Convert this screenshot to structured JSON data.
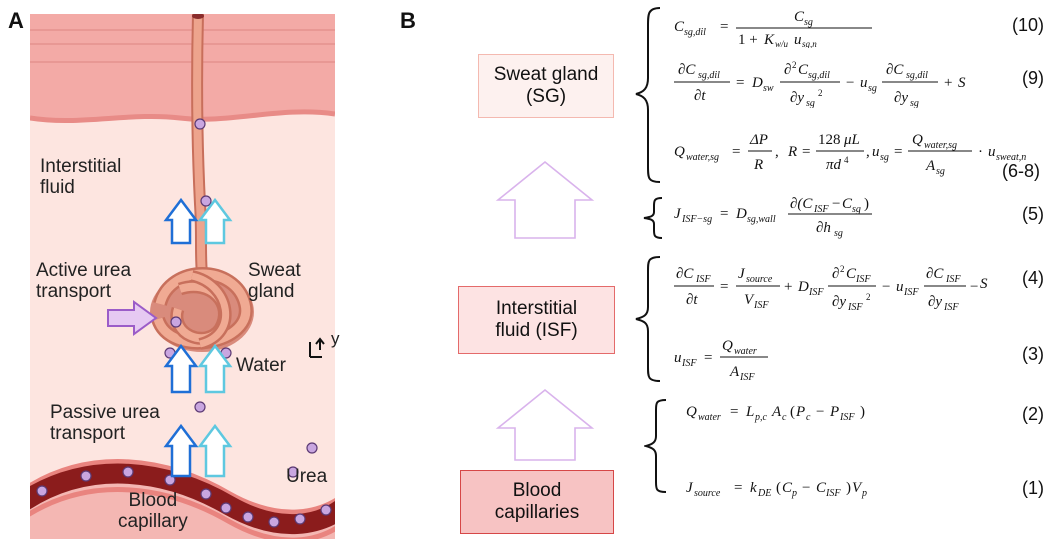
{
  "panel_a": {
    "letter": "A",
    "labels": {
      "interstitial_fluid_1": "Interstitial",
      "interstitial_fluid_2": "fluid",
      "active_urea_1": "Active urea",
      "active_urea_2": "transport",
      "sweat_gland_1": "Sweat",
      "sweat_gland_2": "gland",
      "water": "Water",
      "passive_urea_1": "Passive urea",
      "passive_urea_2": "transport",
      "urea": "Urea",
      "blood_capillary_1": "Blood",
      "blood_capillary_2": "capillary",
      "axis_y": "y"
    },
    "colors": {
      "skin_top": "#f0a3a0",
      "skin_line": "#e88b87",
      "tissue": "#fde5e0",
      "gland": "#e8957a",
      "vessel": "#8b1c1c",
      "urea_dot": "#c9a6e0",
      "arrow_blue": "#1f6fd6",
      "arrow_cyan": "#5ec8e0",
      "arrow_purple": "#b07ad8"
    }
  },
  "panel_b": {
    "letter": "B",
    "boxes": {
      "sweat_gland_1": "Sweat gland",
      "sweat_gland_2": "(SG)",
      "isf_1": "Interstitial",
      "isf_2": "fluid (ISF)",
      "blood_1": "Blood",
      "blood_2": "capillaries"
    },
    "equation_numbers": [
      "(10)",
      "(9)",
      "(6-8)",
      "(5)",
      "(4)",
      "(3)",
      "(2)",
      "(1)"
    ],
    "colors": {
      "sg_box_fill": "#fdf1ef",
      "sg_box_border": "#f4b9b0",
      "isf_box_fill": "#fde3e3",
      "isf_box_border": "#e46a6a",
      "blood_box_fill": "#f7c3c3",
      "blood_box_border": "#d64747",
      "arrow_outline": "#d9b3ec"
    }
  }
}
